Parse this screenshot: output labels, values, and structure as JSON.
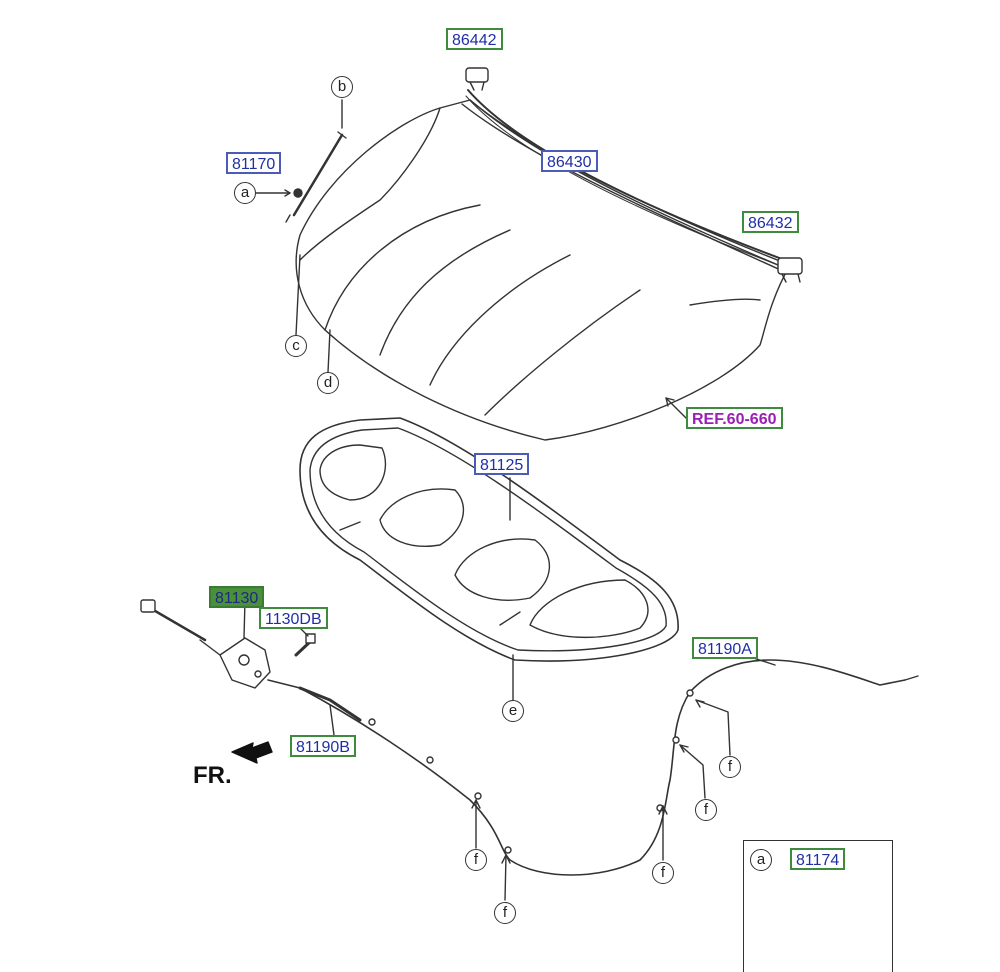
{
  "labels": {
    "p86442": "86442",
    "p81170": "81170",
    "p86430": "86430",
    "p86432": "86432",
    "ref": "REF.60-660",
    "p81125": "81125",
    "p81130": "81130",
    "p1130db": "1130DB",
    "p81190a": "81190A",
    "p81190b": "81190B",
    "p81174": "81174"
  },
  "callouts": {
    "a": "a",
    "b": "b",
    "c": "c",
    "d": "d",
    "e": "e",
    "f": "f"
  },
  "front_marker": "FR.",
  "colors": {
    "label_border_green": "#3e8a3e",
    "label_border_blue": "#4c5bb8",
    "label_text": "#1f2fa8",
    "selected_fill": "#4a8f3c",
    "ref_text": "#9a1fb3",
    "line": "#333333"
  }
}
